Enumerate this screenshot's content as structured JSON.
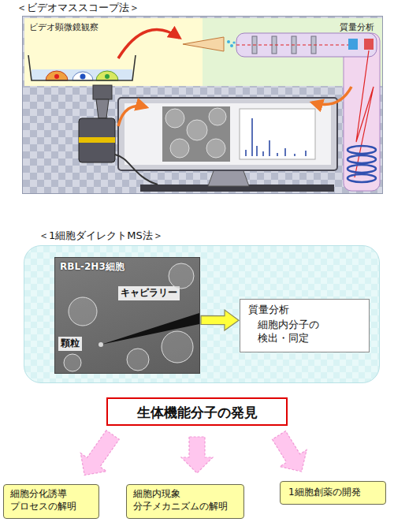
{
  "diagram": {
    "nodes": [
      {
        "text": [
          "＜ビデオマススコープ法＞"
        ]
      },
      {
        "text": [
          "ビデオ顕微鏡観察"
        ],
        "in": 0
      },
      {
        "text": [
          "質量分析"
        ],
        "in": 0
      },
      {
        "text": [
          "＜1細胞ダイレクトMS法＞"
        ]
      },
      {
        "text": [
          "RBL-2H3細胞",
          "キャピラリー",
          "顆粒"
        ],
        "in": 3
      },
      {
        "text": [
          "質量分析",
          "細胞内分子の 検出・同定"
        ],
        "in": 3
      },
      {
        "text": [
          "生体機能分子の発見"
        ]
      },
      {
        "text": [
          "細胞分化誘導 プロセスの解明"
        ]
      },
      {
        "text": [
          "細胞内現象 分子メカニズムの解明"
        ]
      },
      {
        "text": [
          "1細胞創薬の開発"
        ]
      }
    ],
    "edges": [
      {
        "from": 4,
        "to": 5,
        "arrow": "to"
      },
      {
        "from": 6,
        "to": 7,
        "arrow": "to"
      },
      {
        "from": 6,
        "to": 8,
        "arrow": "to"
      },
      {
        "from": 6,
        "to": 9,
        "arrow": "to"
      }
    ]
  }
}
